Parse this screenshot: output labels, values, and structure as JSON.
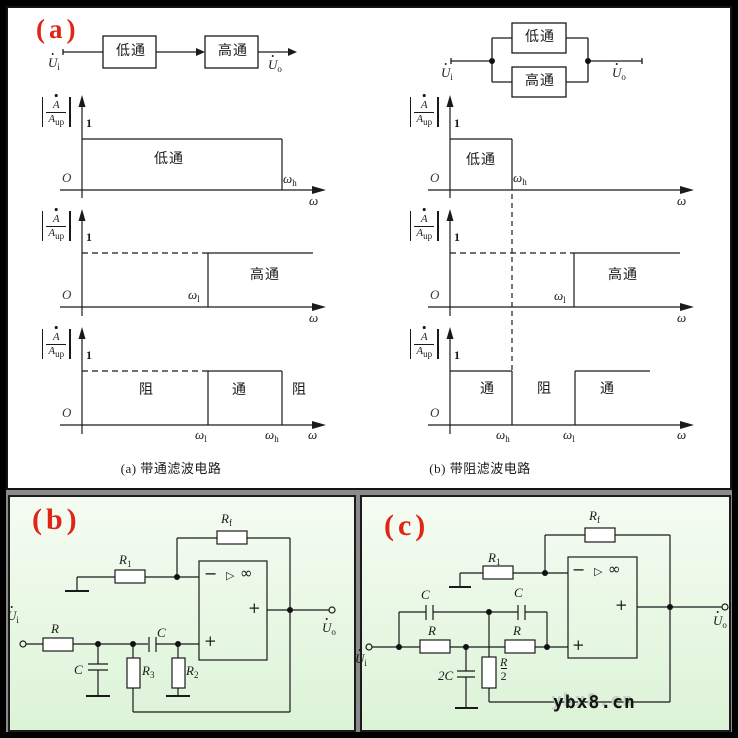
{
  "labels": {
    "panel_a": "(a)",
    "panel_b": "(b)",
    "panel_c": "(c)",
    "lowpass": "低通",
    "highpass": "高通",
    "stop": "阻",
    "pass": "通",
    "one": "1",
    "origin": "O",
    "omega": "ω",
    "sub_h": "h",
    "sub_l": "l",
    "frac_num": "A",
    "frac_den": "A",
    "frac_den_sub": "up",
    "caption_a": "(a) 带通滤波电路",
    "caption_b": "(b) 带阻滤波电路",
    "U": "U",
    "sub_i": "i",
    "sub_o": "o",
    "R": "R",
    "C": "C",
    "twoC": "2C",
    "sub_1": "1",
    "sub_2": "2",
    "sub_3": "3",
    "sub_f": "f",
    "half_num": "R",
    "half_den": "2",
    "opamp_minus": "−",
    "opamp_tri": "▷",
    "opamp_inf": "∞",
    "opamp_plus": "+",
    "watermark": "ybx8.cn"
  },
  "colors": {
    "red_label": "#e02416",
    "line": "#1a1a1a",
    "frame": "#000000",
    "gap_gray": "#8a8a8a",
    "panel_bg_top": "#f5fcf3",
    "panel_bg_bottom": "#dcf3d7",
    "top_bg": "#ffffff"
  }
}
